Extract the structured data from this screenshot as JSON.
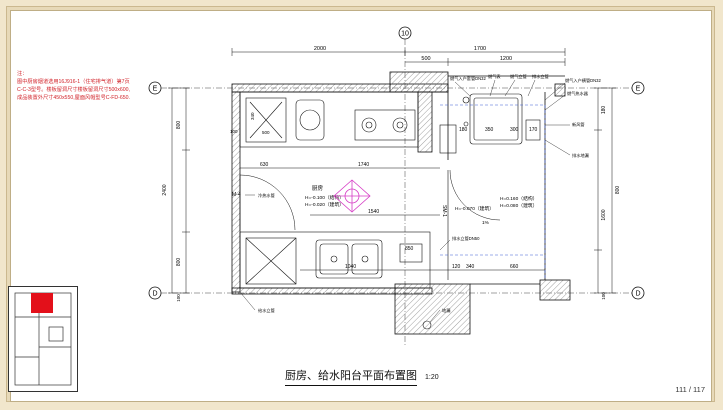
{
  "note": {
    "heading": "注：",
    "lines": [
      "图中厨房烟道选用16J916-1（住宅排气道）第7页",
      "C-C-3型号。楼板留洞尺寸楼板留洞尺寸500x600,",
      "成品装置外尺寸450x550,屋面风帽型号C-FD-650."
    ]
  },
  "grid": {
    "top": "10",
    "left_upper": "E",
    "left_lower": "D",
    "right_upper": "E",
    "right_lower": "D"
  },
  "dims": {
    "top_a": "2000",
    "top_b": "1700",
    "top_c": "500",
    "top_d": "1200",
    "left_a": "800",
    "left_b": "2400",
    "left_c": "800",
    "left_d": "100",
    "right_a": "180",
    "right_b": "1600",
    "right_c": "800",
    "right_d": "100",
    "r1": "630",
    "r2": "1740",
    "r3": "1540",
    "r4": "1040",
    "r5": "850",
    "r6": "500",
    "r7": "180",
    "r8": "350",
    "r9": "300",
    "r10": "170",
    "r11": "100",
    "r12": "340",
    "r13": "660",
    "r14": "120"
  },
  "labels": {
    "kitchen": "厨房",
    "level1": "H=-0.100（结构）",
    "level2": "H=-0.020（建筑）",
    "level3": "H=-0.070（建筑）",
    "level4": "H=0.160（结构）",
    "level5": "H=0.080（建筑）",
    "slope": "1%",
    "sm": "SM-1",
    "m4": "M-4"
  },
  "annotations": [
    "燃气入户套管DN32",
    "燃气表",
    "燃气立管",
    "排水立管",
    "燃气入户横管DN32",
    "燃气热水器",
    "新风管",
    "排水地漏",
    "冷热水管",
    "排水立管DN50",
    "地漏",
    "给水立管"
  ],
  "title": {
    "text": "厨房、给水阳台平面布置图",
    "scale": "1:20"
  },
  "page": {
    "label": "111 / 117"
  },
  "colors": {
    "accent": "#d2232a",
    "line": "#111111",
    "hatch": "#777777",
    "marker": "#d63cc5"
  }
}
